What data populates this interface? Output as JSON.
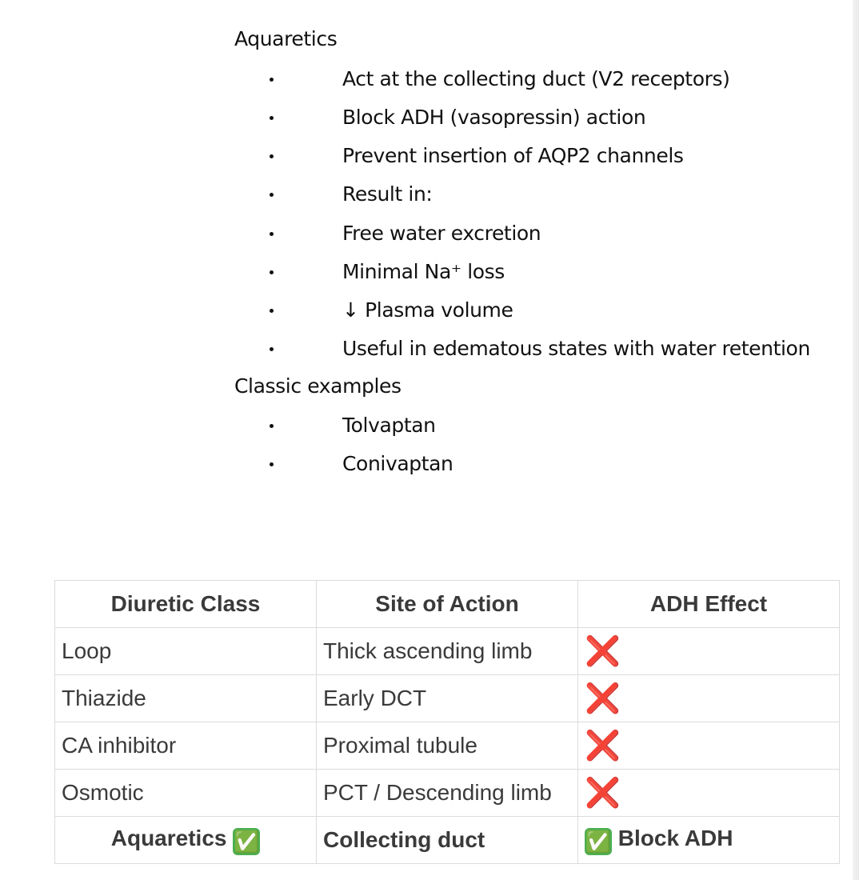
{
  "notes": {
    "heading_1": "Aquaretics",
    "bullets_1": [
      "Act at the collecting duct (V2 receptors)",
      "Block ADH (vasopressin) action",
      "Prevent insertion of AQP2 channels",
      "Result in:",
      "Free water excretion",
      "Minimal Na⁺ loss",
      "↓ Plasma volume",
      "Useful in edematous states with water retention"
    ],
    "heading_2": "Classic examples",
    "bullets_2": [
      "Tolvaptan",
      "Conivaptan"
    ]
  },
  "table": {
    "headers": [
      "Diuretic Class",
      "Site of Action",
      "ADH Effect"
    ],
    "rows": [
      {
        "class": "Loop",
        "site": "Thick ascending limb",
        "effect": "❌"
      },
      {
        "class": "Thiazide",
        "site": "Early DCT",
        "effect": "❌"
      },
      {
        "class": "CA inhibitor",
        "site": "Proximal tubule",
        "effect": "❌"
      },
      {
        "class": "Osmotic",
        "site": "PCT / Descending limb",
        "effect": "❌"
      }
    ],
    "final_row": {
      "class": "Aquaretics",
      "class_icon": "✅",
      "site": "Collecting duct",
      "effect_icon": "✅",
      "effect": "Block ADH"
    }
  },
  "colors": {
    "cross": "#d9302c",
    "check": "#4caf50",
    "grid": "#dcdcdc"
  }
}
